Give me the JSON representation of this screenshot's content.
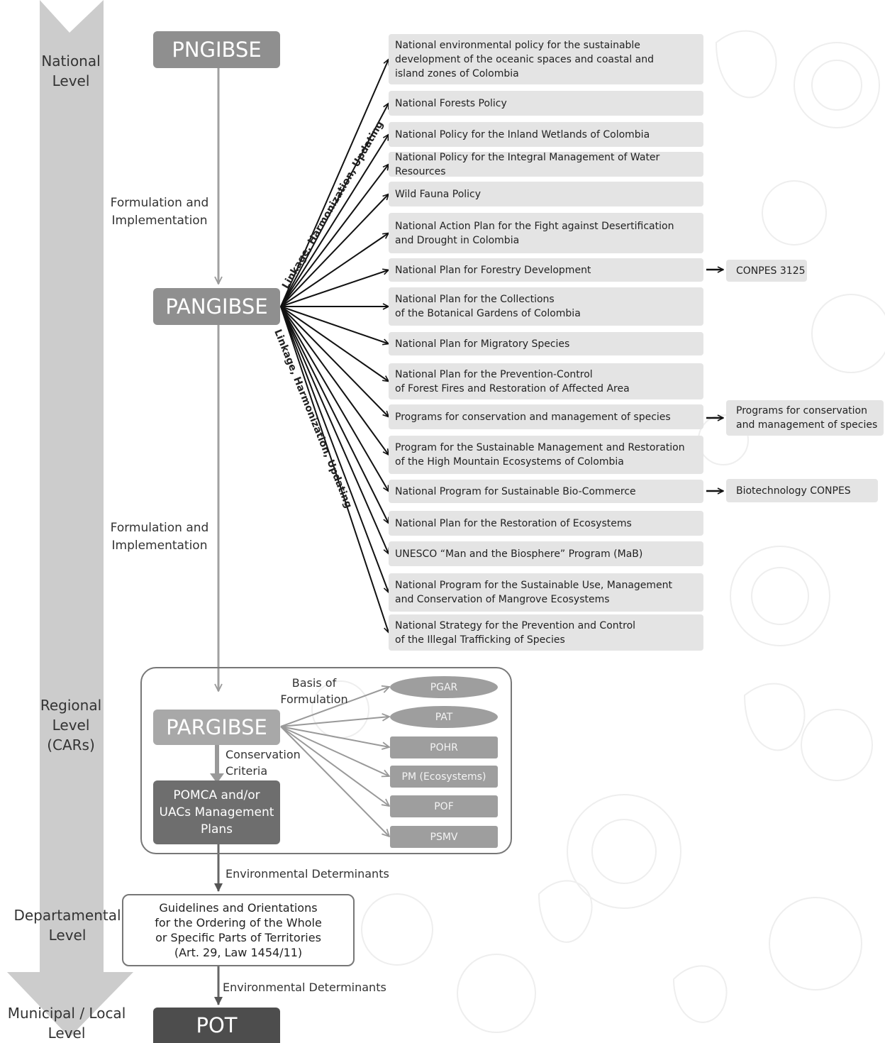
{
  "levels": {
    "national": "National\nLevel",
    "regional": "Regional\nLevel\n(CARs)",
    "departmental": "Departamental\nLevel",
    "municipal": "Municipal / Local\nLevel"
  },
  "nodes": {
    "pngibse": "PNGIBSE",
    "pangibse": "PANGIBSE",
    "pargibse": "PARGIBSE",
    "pomca": "POMCA and/or\nUACs Management\nPlans",
    "guidelines": "Guidelines and Orientations\nfor the Ordering of the Whole\nor Specific Parts of Territories\n(Art. 29, Law 1454/11)",
    "pot": "POT"
  },
  "flow_labels": {
    "formulation_1": "Formulation and\nImplementation",
    "formulation_2": "Formulation and\nImplementation",
    "basis": "Basis of\nFormulation",
    "conservation": "Conservation\nCriteria",
    "env_det_1": "Environmental Determinants",
    "env_det_2": "Environmental Determinants",
    "linkage_upper": "Linkage, Harmonization, Updating",
    "linkage_lower": "Linkage, Harmonization, Updating"
  },
  "policies": [
    "National environmental policy for the sustainable\ndevelopment of the oceanic spaces and coastal and\nisland zones of Colombia",
    "National Forests Policy",
    "National Policy for the Inland Wetlands of Colombia",
    "National Policy for the Integral Management of Water Resources",
    "Wild Fauna Policy",
    "National Action Plan for the Fight against Desertification\nand Drought in Colombia",
    "National Plan for Forestry Development",
    "National Plan for the Collections\nof the Botanical Gardens of Colombia",
    "National Plan for Migratory Species",
    "National Plan for the Prevention-Control\nof Forest Fires and Restoration of Affected Area",
    "Programs for conservation and management of species",
    "Program for the Sustainable Management and Restoration\nof the High Mountain Ecosystems of Colombia",
    "National Program for Sustainable Bio-Commerce",
    "National Plan for the Restoration of Ecosystems",
    "UNESCO  “Man and the Biosphere” Program (MaB)",
    "National Program for the Sustainable Use, Management\nand Conservation of Mangrove Ecosystems",
    "National Strategy for the Prevention and Control\nof the Illegal Trafficking of Species"
  ],
  "side_outputs": {
    "conpes_3125": "CONPES 3125",
    "programs_species": "Programs for conservation\nand management of species",
    "biotech": "Biotechnology CONPES"
  },
  "regional_plans": [
    "PGAR",
    "PAT",
    "POHR",
    "PM (Ecosystems)",
    "POF",
    "PSMV"
  ],
  "colors": {
    "level_arrow": "#cccccc",
    "policy_box": "#e4e4e4",
    "node_mid": "#8f8f8f",
    "node_light": "#a8a8a8",
    "node_dark": "#6e6e6e",
    "node_darkest": "#4d4d4d"
  }
}
